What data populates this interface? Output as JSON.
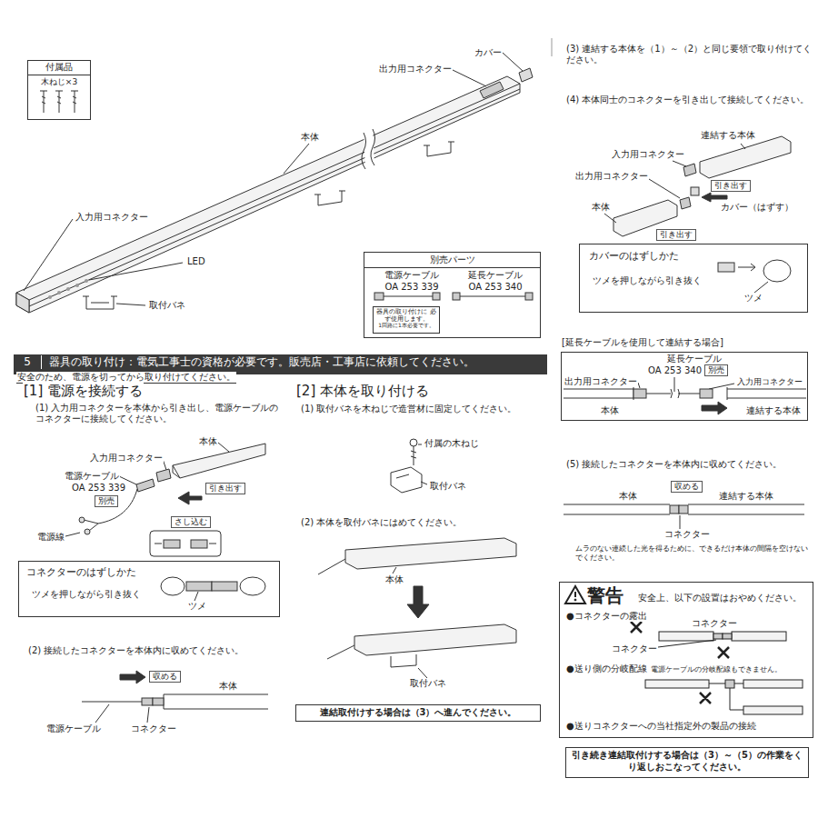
{
  "diagram": {
    "nodes": [
      {
        "text": [
          "付属品",
          "木ねじ×3"
        ]
      },
      {
        "text": [
          "別売パーツ",
          "電源ケーブル OA 253 339",
          "延長ケーブル OA 253 340"
        ]
      },
      {
        "text": [
          "器具の取り付けに 必ず使用します。",
          "1回路に1本必要です。"
        ],
        "in": 1
      },
      {
        "text": [
          "5",
          "器具の取り付け：電気工事士の資格が必要です。販売店・工事店に依頼してください。"
        ]
      },
      {
        "text": [
          "別売"
        ]
      },
      {
        "text": [
          "引き出す"
        ]
      },
      {
        "text": [
          "さし込む"
        ]
      },
      {
        "text": [
          "コネクターのはずしかた",
          "ツメを押しながら引き抜く"
        ]
      },
      {
        "text": [
          "収める"
        ]
      },
      {
        "text": [
          "連結取付けする場合は（3）へ進んでください。"
        ]
      },
      {
        "text": [
          "引き出す"
        ]
      },
      {
        "text": [
          "引き出す"
        ]
      },
      {
        "text": [
          "カバーのはずしかた",
          "ツメを押しながら引き抜く"
        ]
      },
      {
        "text": [
          "[延長ケーブルを使用して連結する場合]"
        ]
      },
      {
        "text": [
          "別売"
        ],
        "in": 13
      },
      {
        "text": [
          "収める"
        ]
      },
      {
        "text": [
          "警告",
          "安全上、以下の設置はおやめください。"
        ]
      },
      {
        "text": [
          "引き続き連結取付けする場合は（3）～（5）の作業をくり返しおこなってください。"
        ]
      }
    ],
    "labels": [
      "カバー",
      "出力用コネクター",
      "本体",
      "入力用コネクター",
      "LED",
      "取付バネ",
      "安全のため、電源を切ってから取り付けてください。",
      "[1] 電源を接続する",
      "(1) 入力用コネクターを本体から引き出し、電源ケーブルのコネクターに接続してください。",
      "本体",
      "入力用コネクター",
      "電源ケーブル",
      "OA 253 339",
      "電源線",
      "ツメ",
      "(2) 接続したコネクターを本体内に収めてください。",
      "本体",
      "電源ケーブル",
      "コネクター",
      "[2] 本体を取り付ける",
      "(1) 取付バネを木ねじで造営材に固定してください。",
      "付属の木ねじ",
      "取付バネ",
      "(2) 本体を取付バネにはめてください。",
      "本体",
      "取付バネ",
      "(3) 連結する本体を（1）～（2）と同じ要領で取り付けてください。",
      "(4) 本体同士のコネクターを引き出して接続してください。",
      "連結する本体",
      "入力用コネクター",
      "出力用コネクター",
      "本体",
      "カバー（はずす）",
      "ツメ",
      "延長ケーブル",
      "OA 253 340",
      "出力用コネクター",
      "入力用コネクター",
      "本体",
      "連結する本体",
      "(5) 接続したコネクターを本体内に収めてください。",
      "本体",
      "連結する本体",
      "コネクター",
      "ムラのない連続した光を得るために、できるだけ本体の間隔を空けないでください。",
      "●コネクターの露出",
      "コネクター",
      "コネクター",
      "●送り側の分岐配線",
      "電源ケーブルの分岐配線もできません。",
      "●送りコネクターへの当社指定外の製品の接続"
    ]
  }
}
